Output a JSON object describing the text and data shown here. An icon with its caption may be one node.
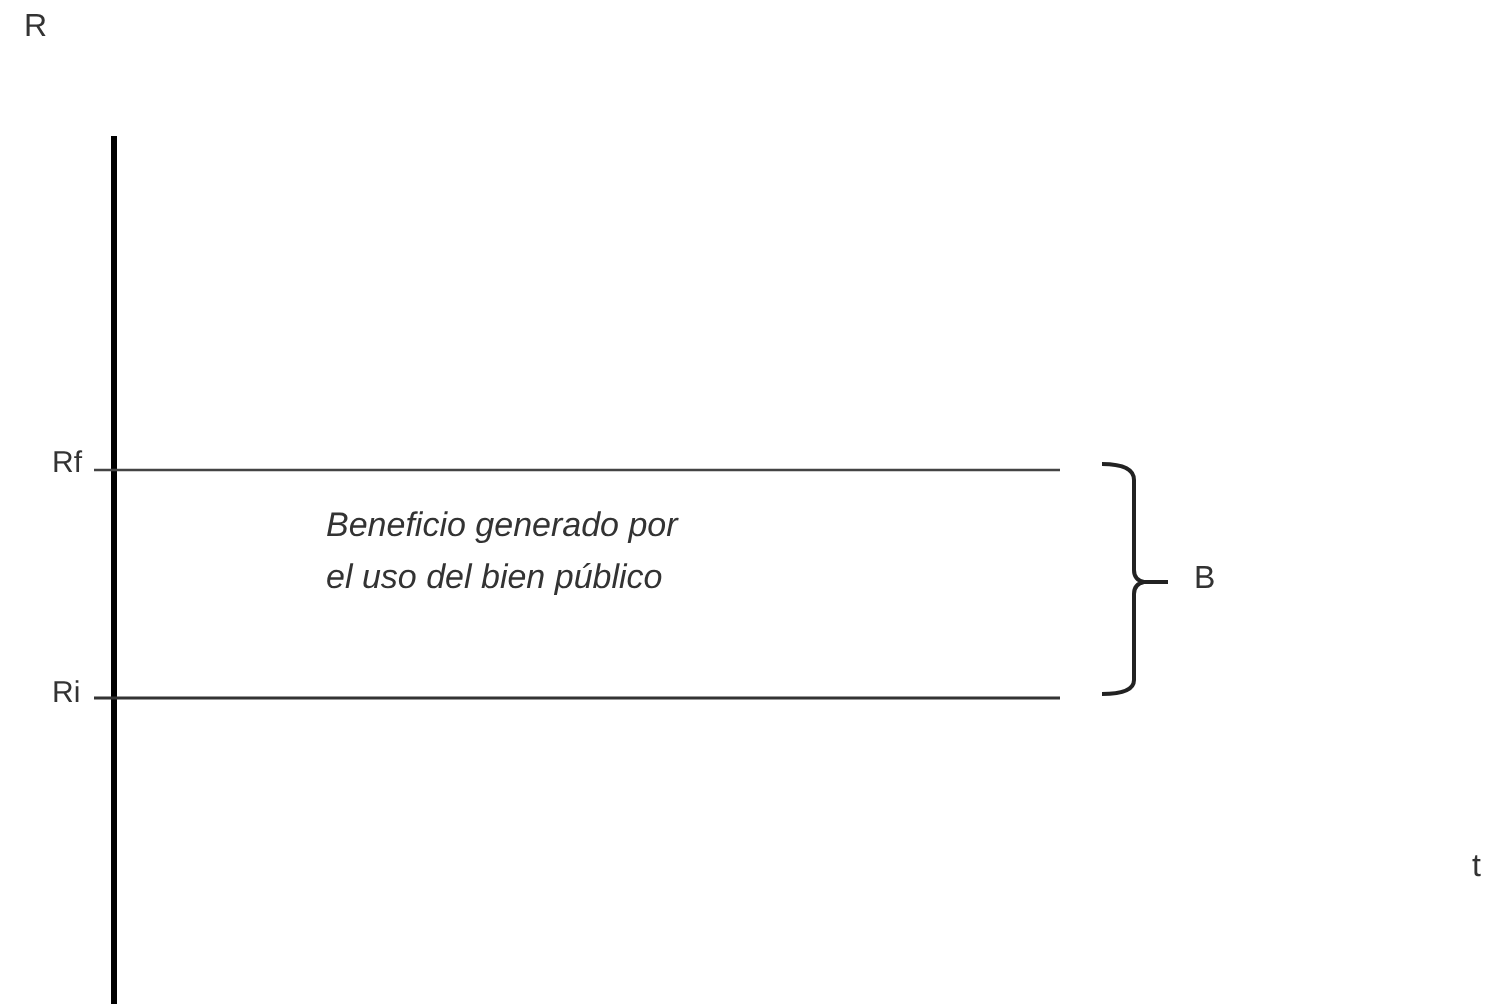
{
  "diagram": {
    "labels": [
      "R",
      "Rf",
      "Beneficio generado por el uso del bien público",
      "B",
      "Ri",
      "t"
    ]
  }
}
